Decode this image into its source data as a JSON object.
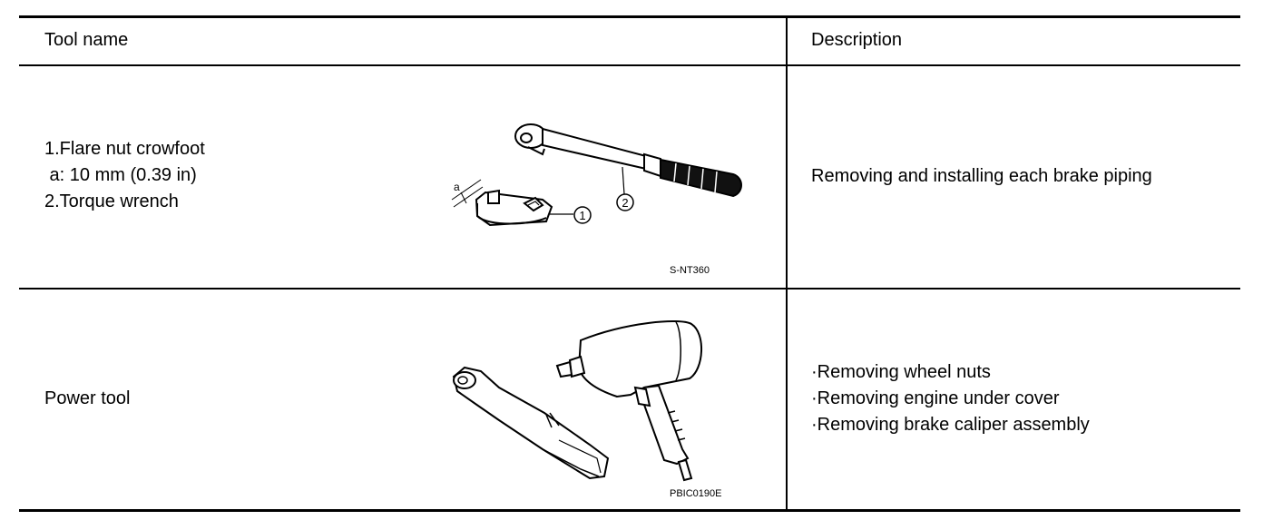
{
  "table": {
    "headers": {
      "tool_name": "Tool name",
      "description": "Description"
    },
    "rows": [
      {
        "tool_lines": [
          "1.Flare nut crowfoot",
          " a: 10 mm (0.39 in)",
          "2.Torque wrench"
        ],
        "image_code": "S-NT360",
        "callouts": {
          "a": "a",
          "one": "1",
          "two": "2"
        },
        "description_lines": [
          "Removing and installing each brake piping"
        ]
      },
      {
        "tool_lines": [
          "Power tool"
        ],
        "image_code": "PBIC0190E",
        "description_lines": [
          "·Removing wheel nuts",
          "·Removing engine under cover",
          "·Removing brake caliper assembly"
        ]
      }
    ]
  }
}
